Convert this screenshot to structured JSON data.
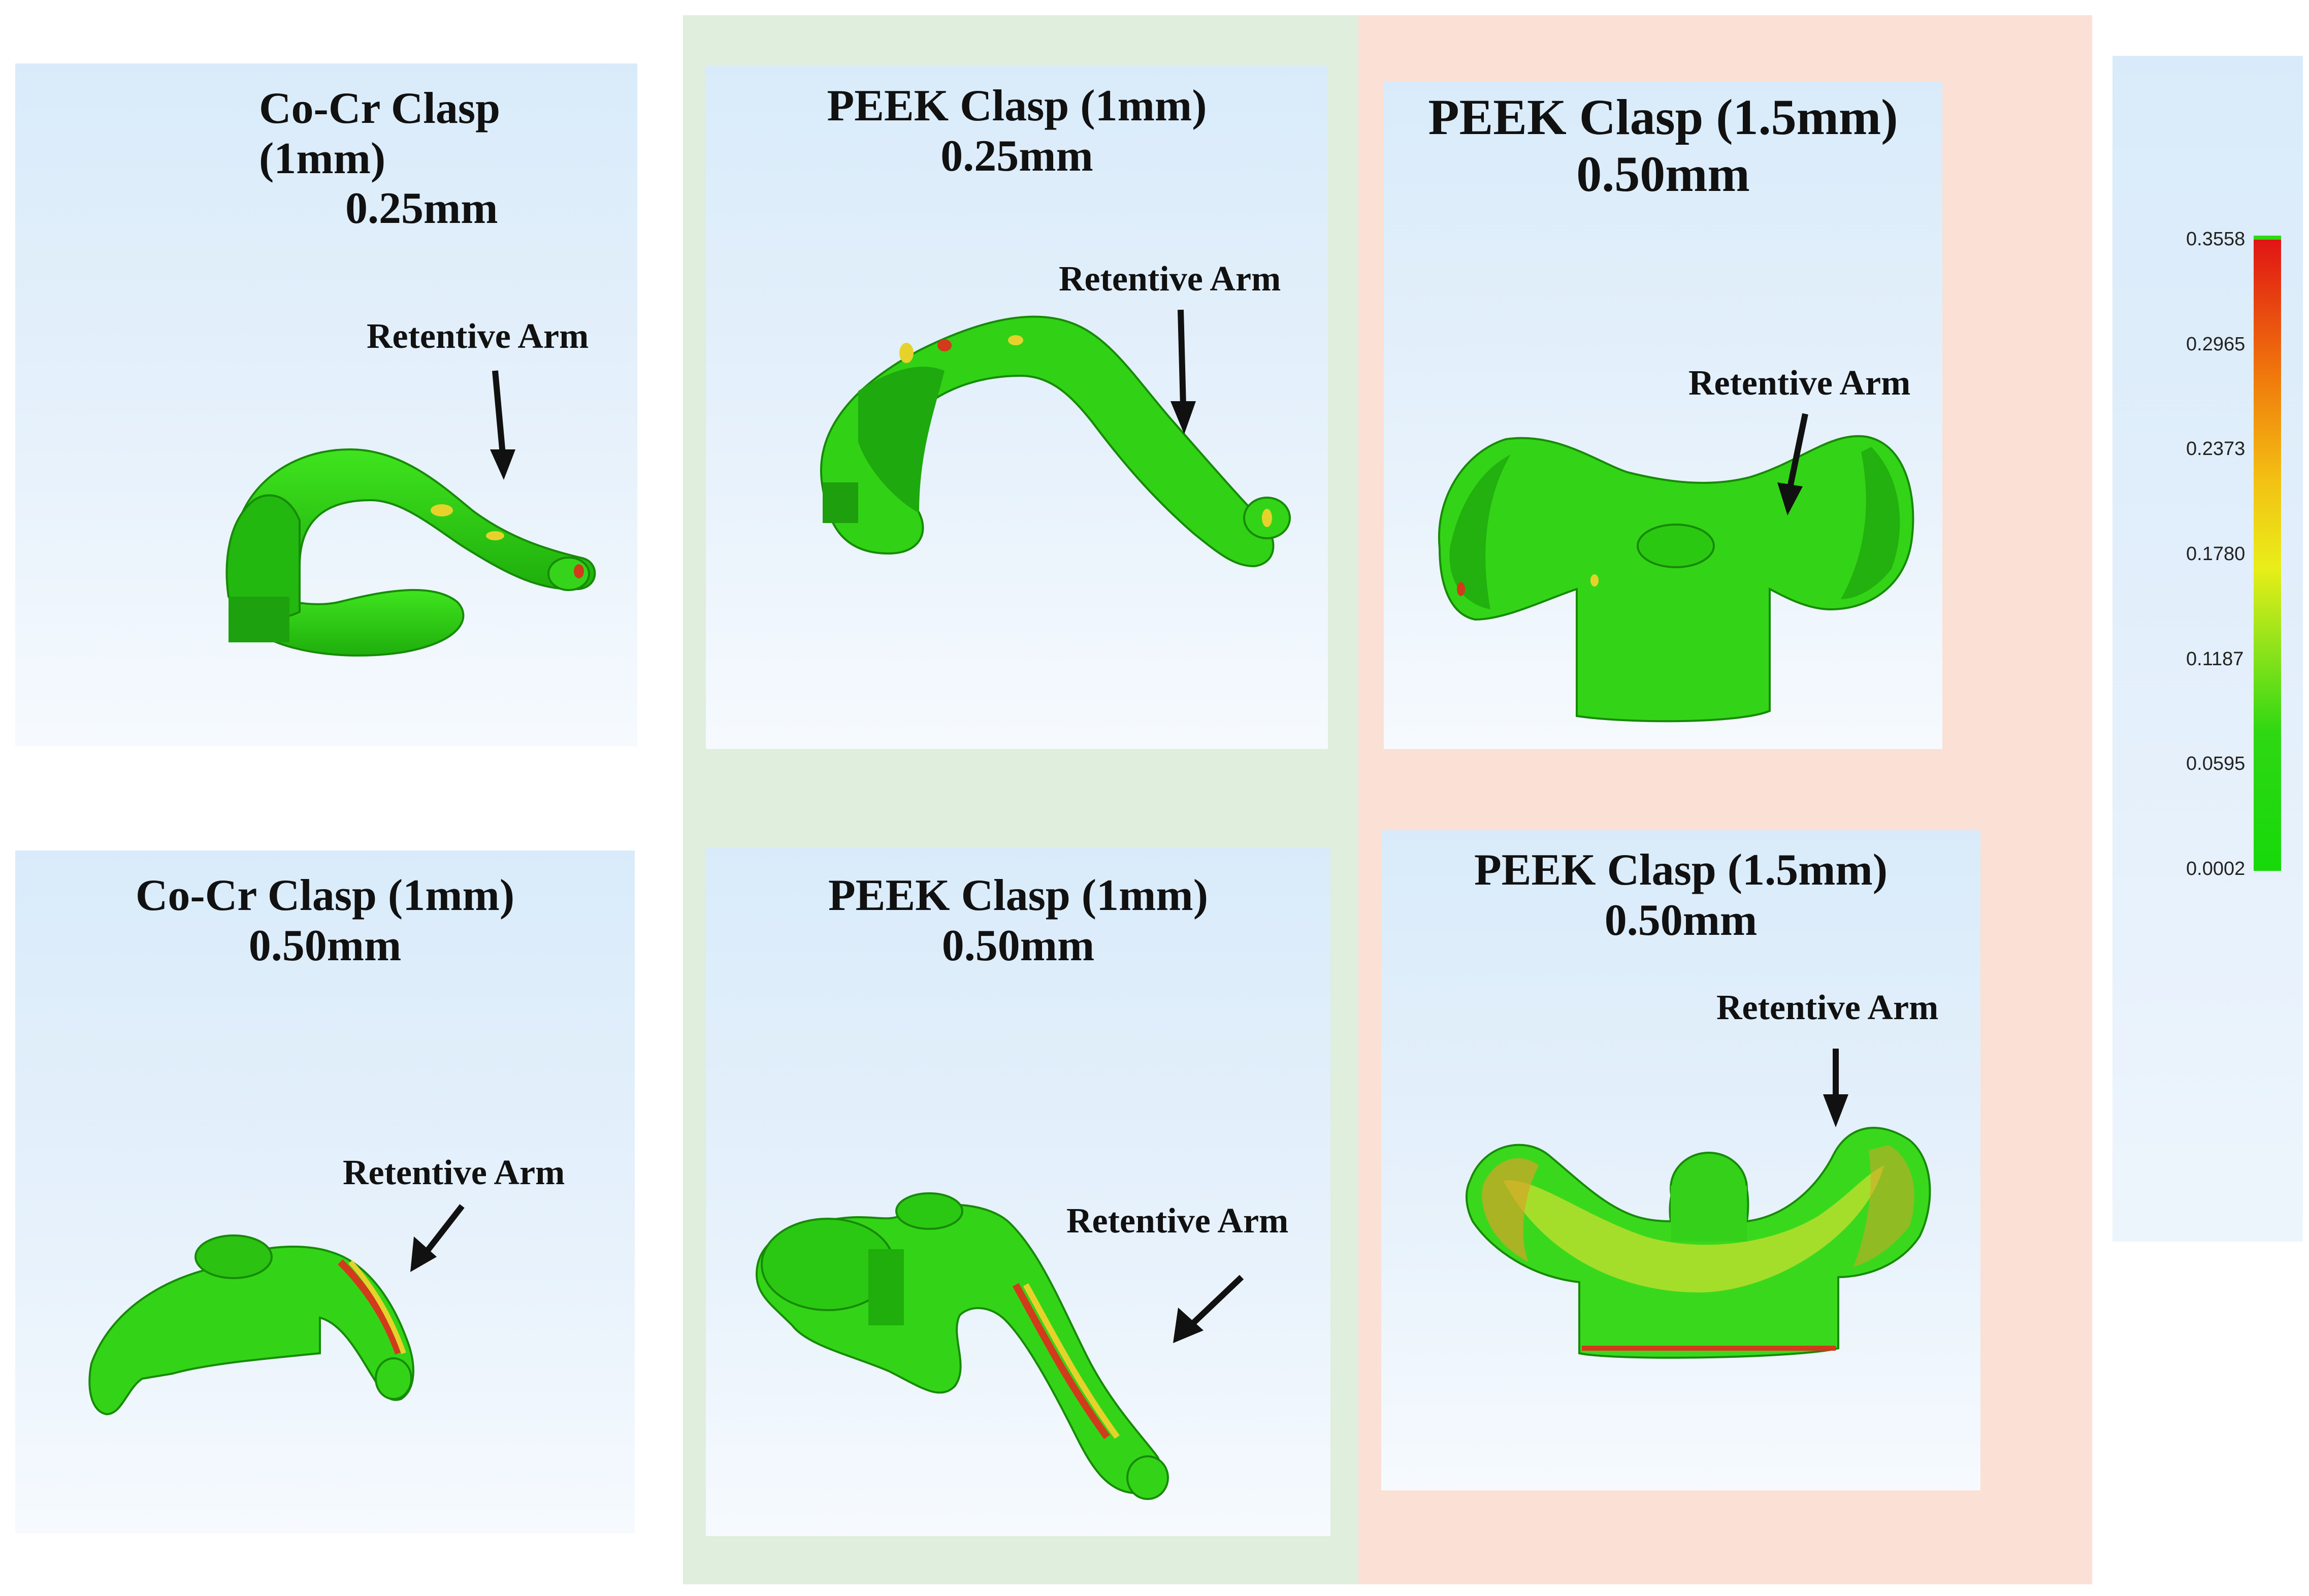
{
  "colors": {
    "peek_1mm_column": "#dfeedd",
    "peek_15mm_column": "#fbe0d5",
    "clasp_green": "#2fcf12",
    "clasp_dark": "#1b8f0a",
    "hot_yellow": "#e7d22b",
    "hot_red": "#d23a1c",
    "arrow": "#111111"
  },
  "panels": [
    {
      "id": "cocr-025",
      "title_line1": "Co-Cr Clasp (1mm)",
      "title_line2": "0.25mm",
      "callout": "Retentive Arm",
      "shape": "cocr-arch"
    },
    {
      "id": "cocr-050",
      "title_line1": "Co-Cr Clasp (1mm)",
      "title_line2": "0.50mm",
      "callout": "Retentive Arm",
      "shape": "cocr-front"
    },
    {
      "id": "peek1-025",
      "title_line1": "PEEK Clasp (1mm)",
      "title_line2": "0.25mm",
      "callout": "Retentive Arm",
      "shape": "peek-hook"
    },
    {
      "id": "peek1-050",
      "title_line1": "PEEK Clasp (1mm)",
      "title_line2": "0.50mm",
      "callout": "Retentive Arm",
      "shape": "peek-curve"
    },
    {
      "id": "peek15-top",
      "title_line1": "PEEK Clasp (1.5mm)",
      "title_line2": "0.50mm",
      "callout": "Retentive Arm",
      "shape": "peek-t"
    },
    {
      "id": "peek15-bottom",
      "title_line1": "PEEK Clasp (1.5mm)",
      "title_line2": "0.50mm",
      "callout": "Retentive Arm",
      "shape": "peek-cup"
    }
  ],
  "color_scale": {
    "ticks": [
      "0.3558",
      "0.2965",
      "0.2373",
      "0.1780",
      "0.1187",
      "0.0595",
      "0.0002"
    ],
    "max": 0.3558,
    "min": 0.0002
  }
}
